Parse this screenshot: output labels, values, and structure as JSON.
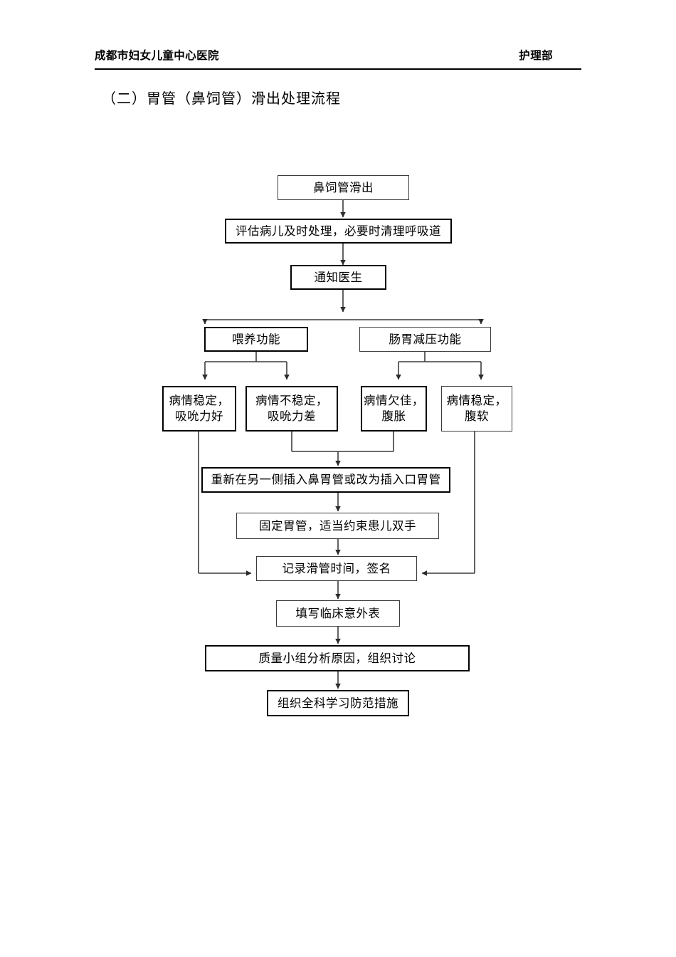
{
  "header": {
    "left": "成都市妇女儿童中心医院",
    "right": "护理部"
  },
  "title": "（二）胃管（鼻饲管）滑出处理流程",
  "flow": {
    "nodes": [
      {
        "id": "start",
        "label": "鼻饲管滑出"
      },
      {
        "id": "assess",
        "label": "评估病儿及时处理，必要时清理呼吸道"
      },
      {
        "id": "notify",
        "label": "通知医生"
      },
      {
        "id": "feeding",
        "label": "喂养功能"
      },
      {
        "id": "decompress",
        "label": "肠胃减压功能"
      },
      {
        "id": "cond1",
        "label": "病情稳定，\n吸吮力好"
      },
      {
        "id": "cond2",
        "label": "病情不稳定，\n吸吮力差"
      },
      {
        "id": "cond3",
        "label": "病情欠佳，\n腹胀"
      },
      {
        "id": "cond4",
        "label": "病情稳定，\n腹软"
      },
      {
        "id": "reinsert",
        "label": "重新在另一侧插入鼻胃管或改为插入口胃管"
      },
      {
        "id": "fixate",
        "label": "固定胃管，适当约束患儿双手"
      },
      {
        "id": "record",
        "label": "记录滑管时间，签名"
      },
      {
        "id": "form",
        "label": "填写临床意外表"
      },
      {
        "id": "analyze",
        "label": "质量小组分析原因，组织讨论"
      },
      {
        "id": "train",
        "label": "组织全科学习防范措施"
      }
    ]
  },
  "colors": {
    "line": "#3c3c3c",
    "line_heavy": "#000000",
    "background": "#ffffff",
    "text": "#000000"
  }
}
